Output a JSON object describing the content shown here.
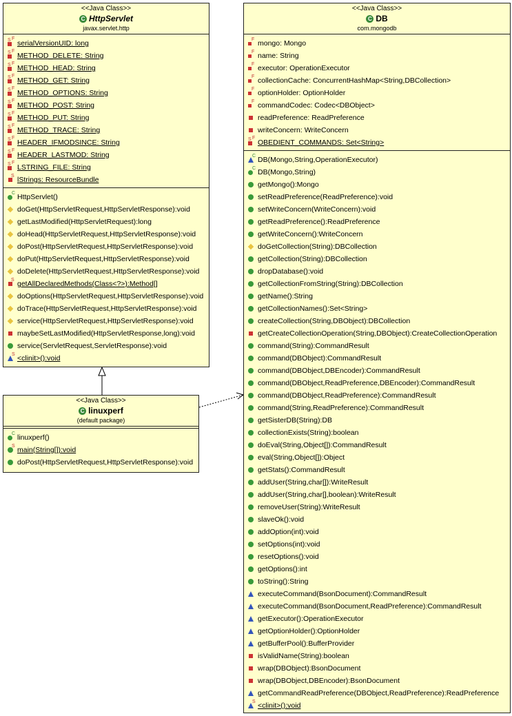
{
  "classes": {
    "httpservlet": {
      "stereotype": "<<Java Class>>",
      "name": "HttpServlet",
      "package": "javax.servlet.http",
      "fields": [
        {
          "text": "serialVersionUID: long",
          "icon": "private-static-final"
        },
        {
          "text": "METHOD_DELETE: String",
          "icon": "private-static-final"
        },
        {
          "text": "METHOD_HEAD: String",
          "icon": "private-static-final"
        },
        {
          "text": "METHOD_GET: String",
          "icon": "private-static-final"
        },
        {
          "text": "METHOD_OPTIONS: String",
          "icon": "private-static-final"
        },
        {
          "text": "METHOD_POST: String",
          "icon": "private-static-final"
        },
        {
          "text": "METHOD_PUT: String",
          "icon": "private-static-final"
        },
        {
          "text": "METHOD_TRACE: String",
          "icon": "private-static-final"
        },
        {
          "text": "HEADER_IFMODSINCE: String",
          "icon": "private-static-final"
        },
        {
          "text": "HEADER_LASTMOD: String",
          "icon": "private-static-final"
        },
        {
          "text": "LSTRING_FILE: String",
          "icon": "private-static-final"
        },
        {
          "text": "lStrings: ResourceBundle",
          "icon": "private-static"
        }
      ],
      "methods": [
        {
          "text": "HttpServlet()",
          "icon": "public-constructor"
        },
        {
          "text": "doGet(HttpServletRequest,HttpServletResponse):void",
          "icon": "protected"
        },
        {
          "text": "getLastModified(HttpServletRequest):long",
          "icon": "protected"
        },
        {
          "text": "doHead(HttpServletRequest,HttpServletResponse):void",
          "icon": "protected"
        },
        {
          "text": "doPost(HttpServletRequest,HttpServletResponse):void",
          "icon": "protected"
        },
        {
          "text": "doPut(HttpServletRequest,HttpServletResponse):void",
          "icon": "protected"
        },
        {
          "text": "doDelete(HttpServletRequest,HttpServletResponse):void",
          "icon": "protected"
        },
        {
          "text": "getAllDeclaredMethods(Class<?>):Method[]",
          "icon": "private-static"
        },
        {
          "text": "doOptions(HttpServletRequest,HttpServletResponse):void",
          "icon": "protected"
        },
        {
          "text": "doTrace(HttpServletRequest,HttpServletResponse):void",
          "icon": "protected"
        },
        {
          "text": "service(HttpServletRequest,HttpServletResponse):void",
          "icon": "protected"
        },
        {
          "text": "maybeSetLastModified(HttpServletResponse,long):void",
          "icon": "private"
        },
        {
          "text": "service(ServletRequest,ServletResponse):void",
          "icon": "public"
        },
        {
          "text": "<clinit>():void",
          "icon": "package-static"
        }
      ]
    },
    "linuxperf": {
      "stereotype": "<<Java Class>>",
      "name": "linuxperf",
      "package": "(default package)",
      "fields": [],
      "methods": [
        {
          "text": "linuxperf()",
          "icon": "public-constructor"
        },
        {
          "text": "main(String[]):void",
          "icon": "public-static"
        },
        {
          "text": "doPost(HttpServletRequest,HttpServletResponse):void",
          "icon": "public"
        }
      ]
    },
    "db": {
      "stereotype": "<<Java Class>>",
      "name": "DB",
      "package": "com.mongodb",
      "fields": [
        {
          "text": "mongo: Mongo",
          "icon": "private-final"
        },
        {
          "text": "name: String",
          "icon": "private-final"
        },
        {
          "text": "executor: OperationExecutor",
          "icon": "private-final"
        },
        {
          "text": "collectionCache: ConcurrentHashMap<String,DBCollection>",
          "icon": "private-final"
        },
        {
          "text": "optionHolder: OptionHolder",
          "icon": "private-final"
        },
        {
          "text": "commandCodec: Codec<DBObject>",
          "icon": "private-final"
        },
        {
          "text": "readPreference: ReadPreference",
          "icon": "private"
        },
        {
          "text": "writeConcern: WriteConcern",
          "icon": "private"
        },
        {
          "text": "OBEDIENT_COMMANDS: Set<String>",
          "icon": "private-static-final"
        }
      ],
      "methods": [
        {
          "text": "DB(Mongo,String,OperationExecutor)",
          "icon": "package-constructor"
        },
        {
          "text": "DB(Mongo,String)",
          "icon": "public-constructor"
        },
        {
          "text": "getMongo():Mongo",
          "icon": "public"
        },
        {
          "text": "setReadPreference(ReadPreference):void",
          "icon": "public"
        },
        {
          "text": "setWriteConcern(WriteConcern):void",
          "icon": "public"
        },
        {
          "text": "getReadPreference():ReadPreference",
          "icon": "public"
        },
        {
          "text": "getWriteConcern():WriteConcern",
          "icon": "public"
        },
        {
          "text": "doGetCollection(String):DBCollection",
          "icon": "protected"
        },
        {
          "text": "getCollection(String):DBCollection",
          "icon": "public"
        },
        {
          "text": "dropDatabase():void",
          "icon": "public"
        },
        {
          "text": "getCollectionFromString(String):DBCollection",
          "icon": "public"
        },
        {
          "text": "getName():String",
          "icon": "public"
        },
        {
          "text": "getCollectionNames():Set<String>",
          "icon": "public"
        },
        {
          "text": "createCollection(String,DBObject):DBCollection",
          "icon": "public"
        },
        {
          "text": "getCreateCollectionOperation(String,DBObject):CreateCollectionOperation",
          "icon": "private"
        },
        {
          "text": "command(String):CommandResult",
          "icon": "public"
        },
        {
          "text": "command(DBObject):CommandResult",
          "icon": "public"
        },
        {
          "text": "command(DBObject,DBEncoder):CommandResult",
          "icon": "public"
        },
        {
          "text": "command(DBObject,ReadPreference,DBEncoder):CommandResult",
          "icon": "public"
        },
        {
          "text": "command(DBObject,ReadPreference):CommandResult",
          "icon": "public"
        },
        {
          "text": "command(String,ReadPreference):CommandResult",
          "icon": "public"
        },
        {
          "text": "getSisterDB(String):DB",
          "icon": "public"
        },
        {
          "text": "collectionExists(String):boolean",
          "icon": "public"
        },
        {
          "text": "doEval(String,Object[]):CommandResult",
          "icon": "public"
        },
        {
          "text": "eval(String,Object[]):Object",
          "icon": "public"
        },
        {
          "text": "getStats():CommandResult",
          "icon": "public"
        },
        {
          "text": "addUser(String,char[]):WriteResult",
          "icon": "public"
        },
        {
          "text": "addUser(String,char[],boolean):WriteResult",
          "icon": "public"
        },
        {
          "text": "removeUser(String):WriteResult",
          "icon": "public"
        },
        {
          "text": "slaveOk():void",
          "icon": "public"
        },
        {
          "text": "addOption(int):void",
          "icon": "public"
        },
        {
          "text": "setOptions(int):void",
          "icon": "public"
        },
        {
          "text": "resetOptions():void",
          "icon": "public"
        },
        {
          "text": "getOptions():int",
          "icon": "public"
        },
        {
          "text": "toString():String",
          "icon": "public"
        },
        {
          "text": "executeCommand(BsonDocument):CommandResult",
          "icon": "package"
        },
        {
          "text": "executeCommand(BsonDocument,ReadPreference):CommandResult",
          "icon": "package"
        },
        {
          "text": "getExecutor():OperationExecutor",
          "icon": "package"
        },
        {
          "text": "getOptionHolder():OptionHolder",
          "icon": "package"
        },
        {
          "text": "getBufferPool():BufferProvider",
          "icon": "package"
        },
        {
          "text": "isValidName(String):boolean",
          "icon": "private"
        },
        {
          "text": "wrap(DBObject):BsonDocument",
          "icon": "private"
        },
        {
          "text": "wrap(DBObject,DBEncoder):BsonDocument",
          "icon": "private"
        },
        {
          "text": "getCommandReadPreference(DBObject,ReadPreference):ReadPreference",
          "icon": "package"
        },
        {
          "text": "<clinit>():void",
          "icon": "package-static"
        }
      ]
    }
  },
  "relations": [
    {
      "from": "linuxperf",
      "to": "httpservlet",
      "kind": "generalization"
    },
    {
      "from": "linuxperf",
      "to": "db",
      "kind": "dependency"
    }
  ]
}
